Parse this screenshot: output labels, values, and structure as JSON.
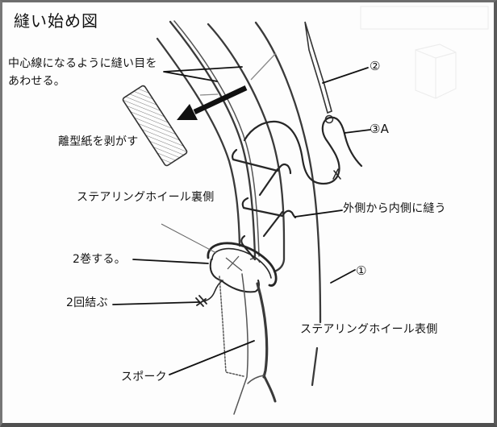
{
  "diagram": {
    "title": "縫い始め図",
    "labels": {
      "align_seam_line1": "中心線になるように縫い目を",
      "align_seam_line2": "あわせる。",
      "peel_release_paper": "離型紙を剥がす",
      "wheel_back_side": "ステアリングホイール裏側",
      "sew_outside_to_inside": "外側から内側に縫う",
      "wrap_twice": "2巻する。",
      "tie_twice": "2回結ぶ",
      "wheel_front_side": "ステアリングホイール表側",
      "spoke": "スポーク"
    },
    "callouts": {
      "one": "①",
      "two": "②",
      "three_a": "③A"
    },
    "colors": {
      "line": "#3a3a3a",
      "leader": "#111111",
      "frame": "#5a5a5a",
      "background": "#fdfdfd"
    }
  }
}
